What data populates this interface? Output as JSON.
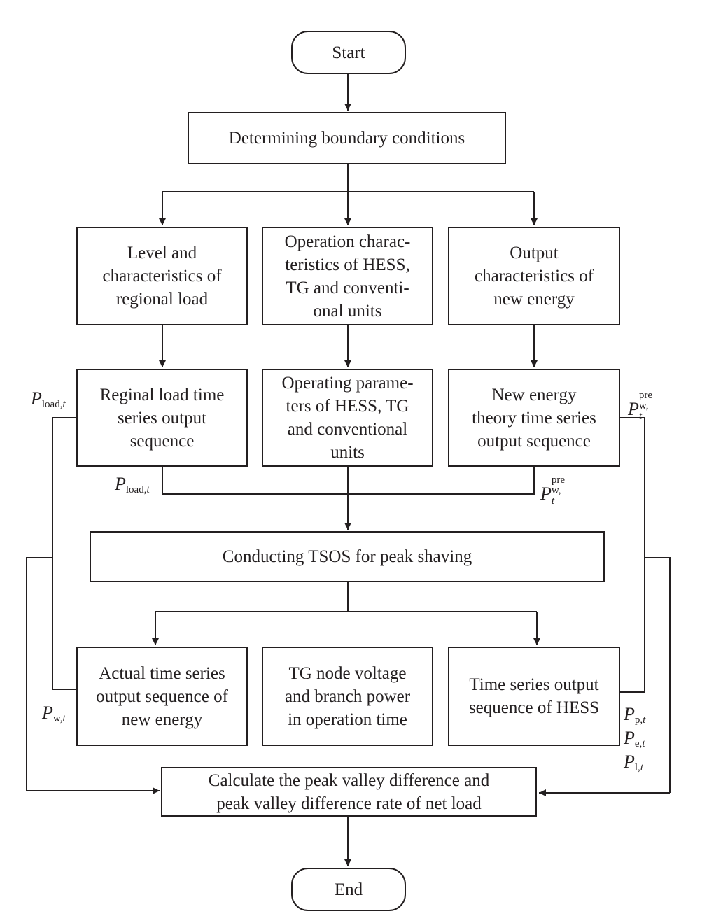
{
  "nodes": {
    "start": "Start",
    "boundary": "Determining boundary conditions",
    "load_chars": [
      "Level and",
      "characteristics of",
      "regional load"
    ],
    "op_chars": [
      "Operation charac-",
      "teristics of HESS,",
      "TG and conventi-",
      "onal units"
    ],
    "out_chars": [
      "Output",
      "characteristics of",
      "new energy"
    ],
    "load_series": [
      "Reginal load time",
      "series output",
      "sequence"
    ],
    "op_params": [
      "Operating parame-",
      "ters of HESS, TG",
      "and conventional",
      "units"
    ],
    "ne_series": [
      "New energy",
      "theory time series",
      "output sequence"
    ],
    "tsos": "Conducting TSOS for peak shaving",
    "actual_series": [
      "Actual time series",
      "output sequence of",
      "new energy"
    ],
    "tg_node": [
      "TG node voltage",
      "and branch power",
      "in operation time"
    ],
    "hess_series": [
      "Time series output",
      "sequence of HESS"
    ],
    "calc": [
      "Calculate the peak valley difference and",
      "peak valley difference rate of net load"
    ],
    "end": "End"
  },
  "labels": {
    "P": "P",
    "load_sub": "load,",
    "t": "t",
    "w_sub": "w,",
    "pre": "pre",
    "p_sub": "p,",
    "e_sub": "e,",
    "l_sub": "l,"
  }
}
